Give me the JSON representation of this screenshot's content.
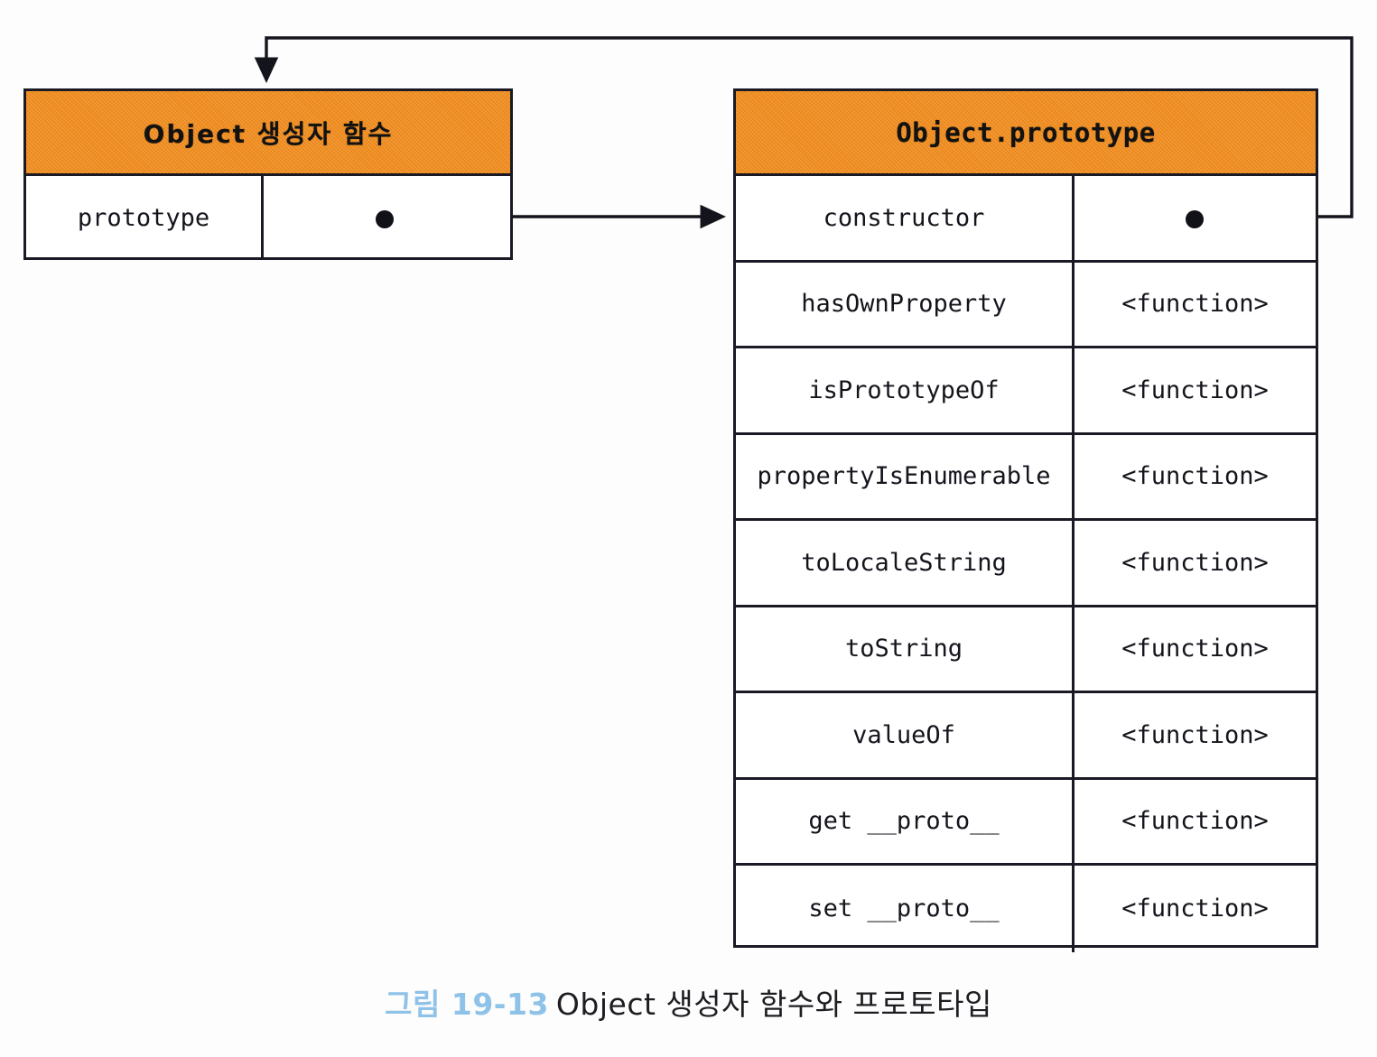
{
  "figure": {
    "caption_number": "그림 19-13",
    "caption_text": "Object 생성자 함수와 프로토타입",
    "accent_orange": "#ef8c1e",
    "caption_number_color": "#8fc2e8",
    "line_color": "#1a1a24",
    "background": "#fdfdfd"
  },
  "left_box": {
    "title": "Object 생성자 함수",
    "rows": [
      {
        "key": "prototype",
        "value": ""
      }
    ]
  },
  "right_box": {
    "title": "Object.prototype",
    "rows": [
      {
        "key": "constructor",
        "value": ""
      },
      {
        "key": "hasOwnProperty",
        "value": "<function>"
      },
      {
        "key": "isPrototypeOf",
        "value": "<function>"
      },
      {
        "key": "propertyIsEnumerable",
        "value": "<function>"
      },
      {
        "key": "toLocaleString",
        "value": "<function>"
      },
      {
        "key": "toString",
        "value": "<function>"
      },
      {
        "key": "valueOf",
        "value": "<function>"
      },
      {
        "key": "get __proto__",
        "value": "<function>"
      },
      {
        "key": "set __proto__",
        "value": "<function>"
      }
    ]
  },
  "connectors": [
    {
      "name": "prototype-to-object-prototype",
      "from": "Object 생성자 함수.prototype",
      "to": "Object.prototype",
      "marker": "arrow"
    },
    {
      "name": "constructor-to-object-constructor",
      "from": "Object.prototype.constructor",
      "to": "Object 생성자 함수",
      "marker": "arrow"
    }
  ]
}
